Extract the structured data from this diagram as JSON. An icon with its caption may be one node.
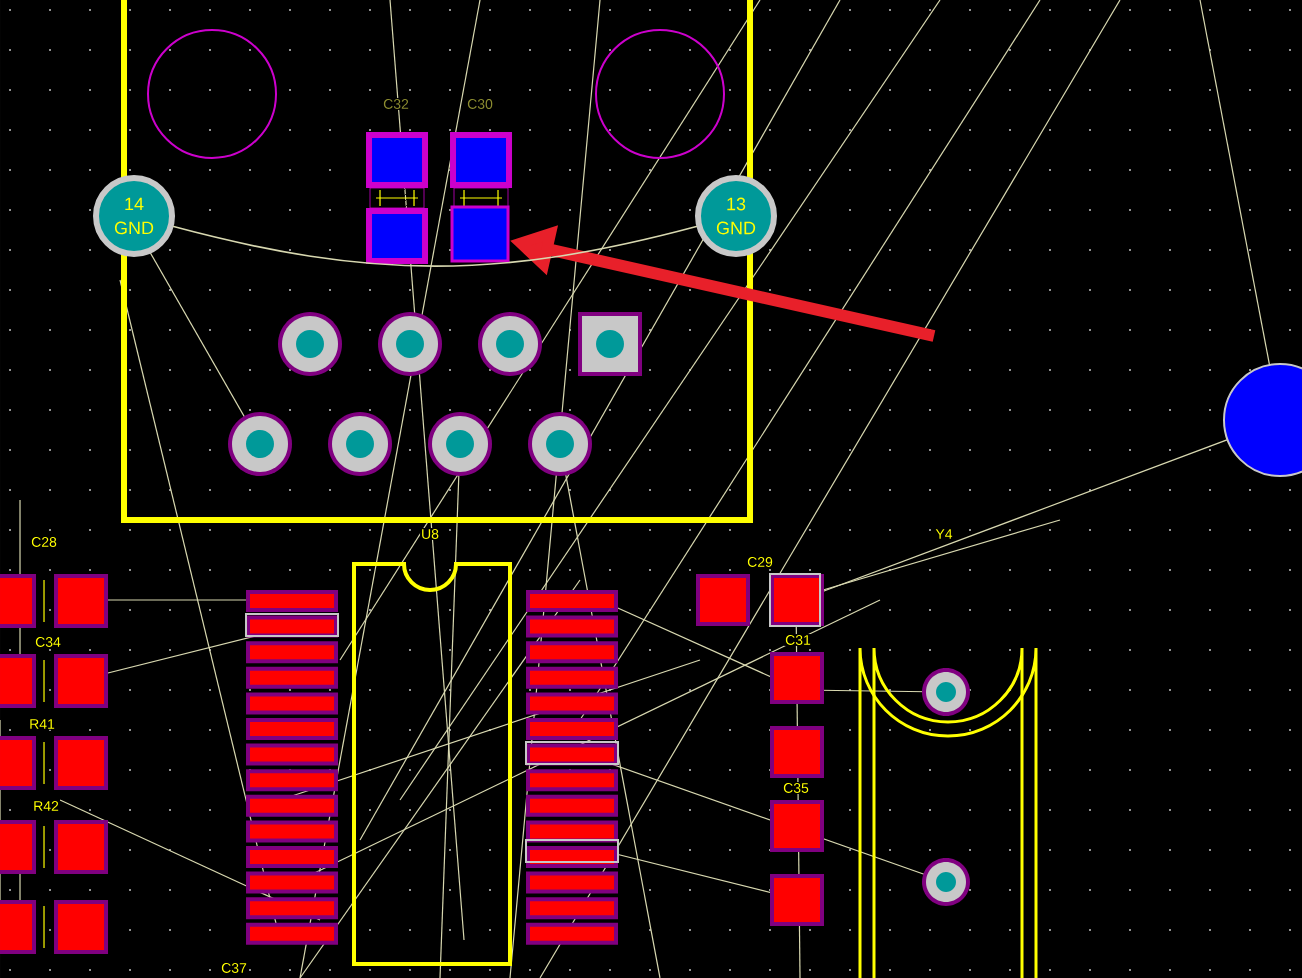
{
  "diagram": {
    "nodes": [
      {
        "text": [
          "14 GND"
        ]
      },
      {
        "text": [
          "13 GND"
        ]
      },
      {
        "text": [],
        "shape": "box"
      }
    ],
    "edges": [
      {
        "from": null,
        "to": 2,
        "arrow": "to",
        "style": "thick",
        "color": "#e8202a"
      },
      {
        "from": 0,
        "to": 1,
        "arrow": "none",
        "color": "#d8d8b0"
      }
    ],
    "labels": [
      "C32",
      "C30",
      "C28",
      "C34",
      "R41",
      "R42",
      "U8",
      "C29",
      "C31",
      "C35",
      "Y4",
      "C37"
    ]
  }
}
